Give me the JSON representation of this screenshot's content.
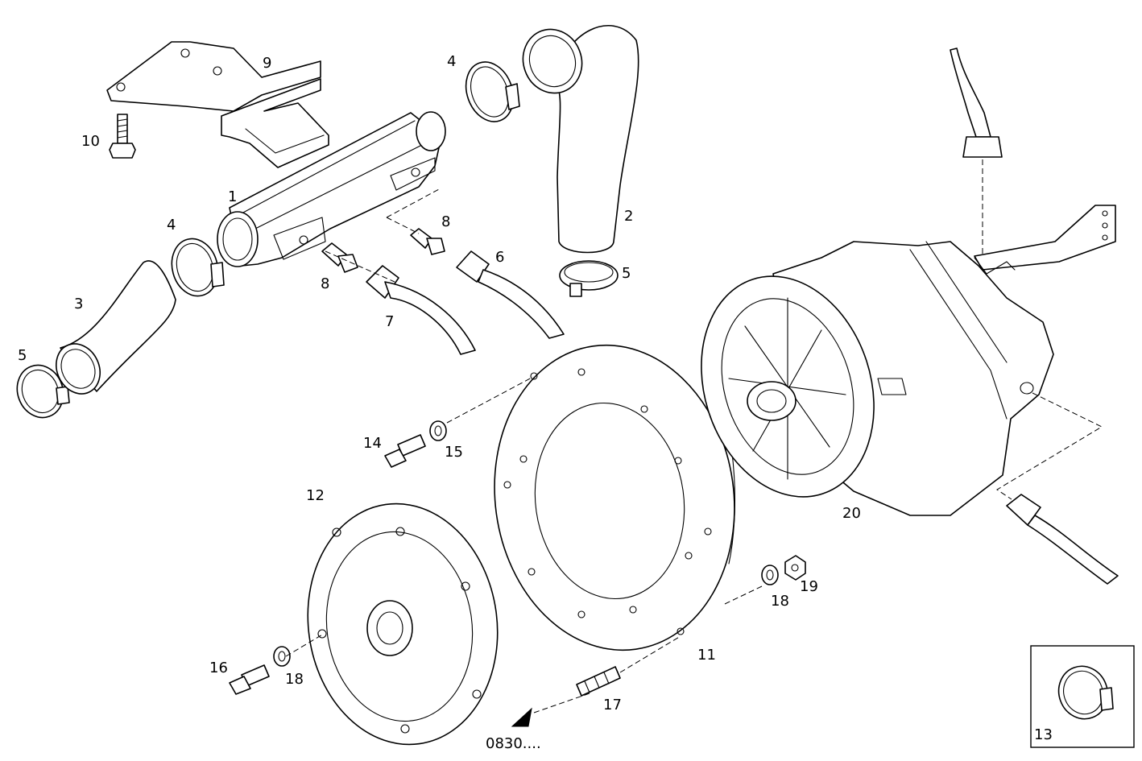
{
  "diagram": {
    "title": "Exploded parts diagram: gearbox, intercooler pipes and flywheel coupling",
    "callouts": {
      "p1": "1",
      "p2": "2",
      "p3": "3",
      "p4a": "4",
      "p4b": "4",
      "p5a": "5",
      "p5b": "5",
      "p6": "6",
      "p7": "7",
      "p8a": "8",
      "p8b": "8",
      "p9": "9",
      "p10": "10",
      "p11": "11",
      "p12": "12",
      "p13": "13",
      "p14": "14",
      "p15": "15",
      "p16": "16",
      "p17": "17",
      "p18a": "18",
      "p18b": "18",
      "p19": "19",
      "p20": "20"
    },
    "reference": "0830...."
  }
}
